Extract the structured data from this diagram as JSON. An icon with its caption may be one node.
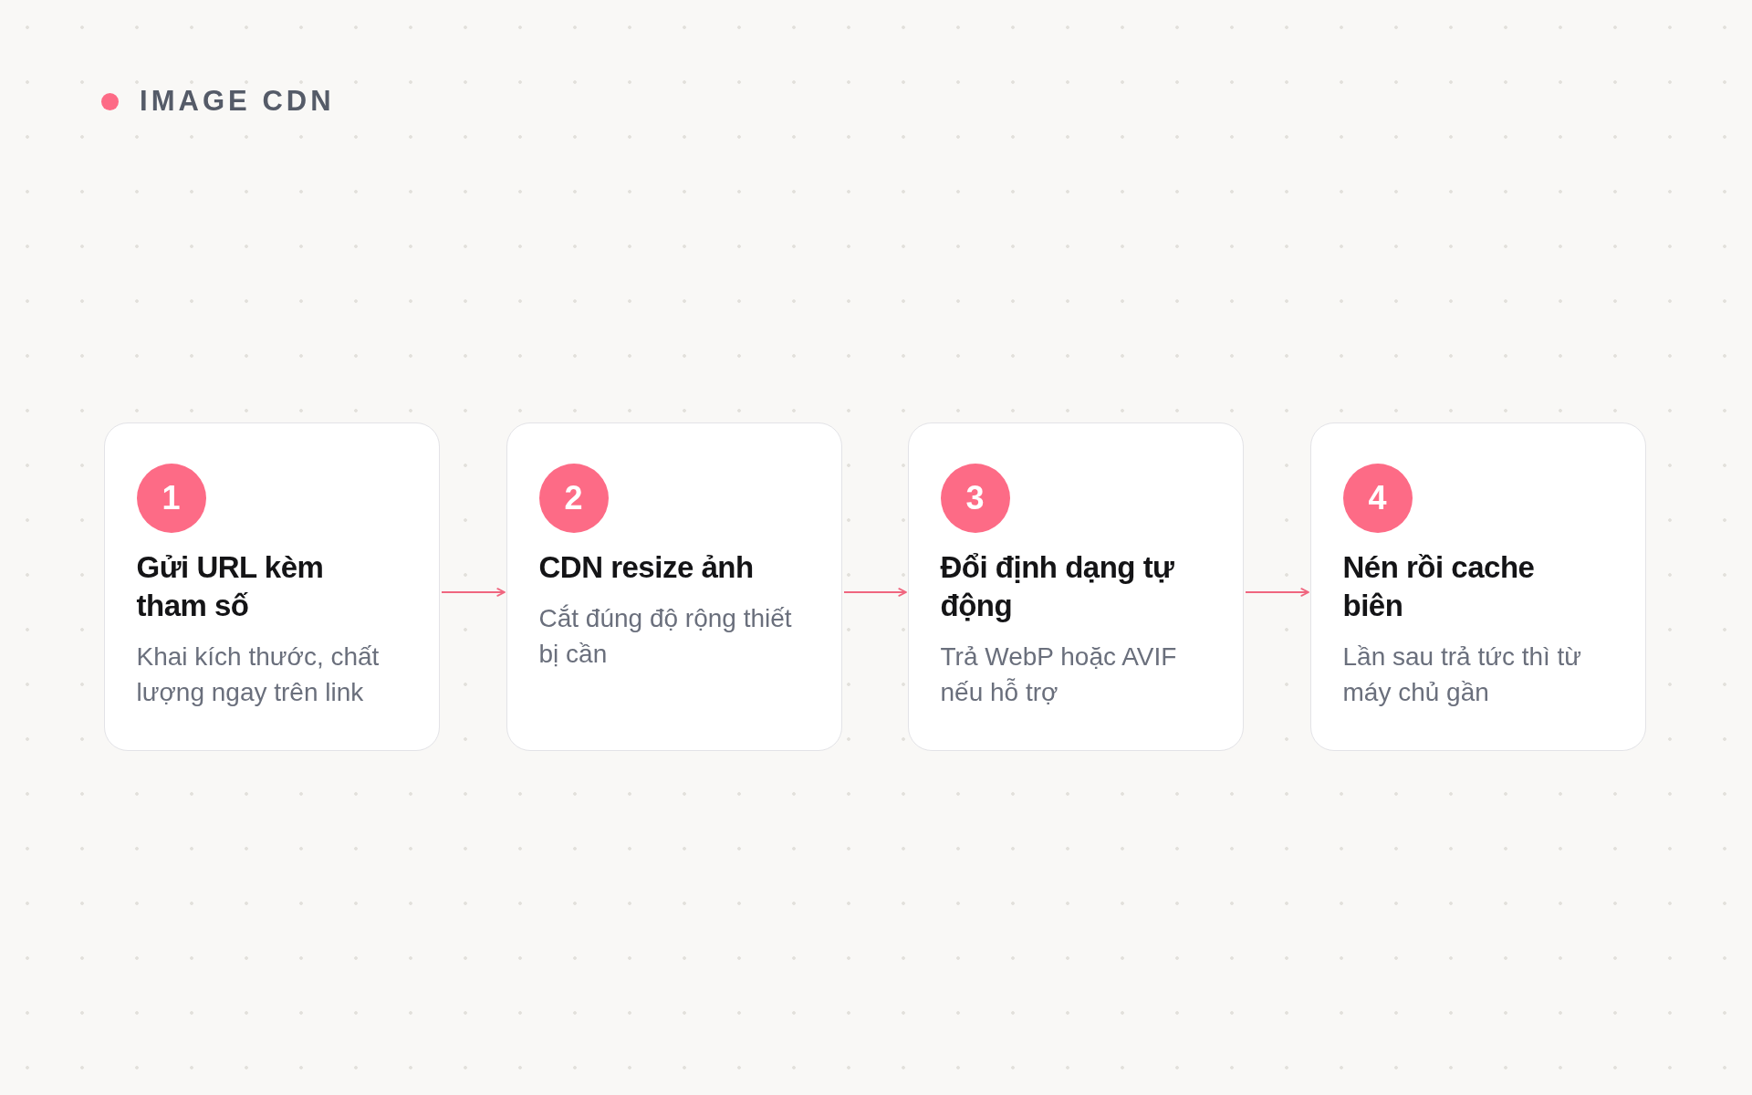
{
  "diagram": {
    "title": "IMAGE CDN",
    "nodes": [
      {
        "text": [
          "Gửi URL kèm tham số",
          "Khai kích thước, chất lượng ngay trên link"
        ]
      },
      {
        "text": [
          "1"
        ],
        "in": 0
      },
      {
        "text": [
          "CDN resize ảnh",
          "Cắt đúng độ rộng thiết bị cần"
        ]
      },
      {
        "text": [
          "2"
        ],
        "in": 2
      },
      {
        "text": [
          "Đổi định dạng tự động",
          "Trả WebP hoặc AVIF nếu hỗ trợ"
        ]
      },
      {
        "text": [
          "3"
        ],
        "in": 4
      },
      {
        "text": [
          "Nén rồi cache biên",
          "Lần sau trả tức thì từ máy chủ gần"
        ]
      },
      {
        "text": [
          "4"
        ],
        "in": 6
      }
    ],
    "edges": [
      {
        "from": 0,
        "to": 2,
        "arrow": "to"
      },
      {
        "from": 2,
        "to": 4,
        "arrow": "to"
      },
      {
        "from": 4,
        "to": 6,
        "arrow": "to"
      }
    ]
  }
}
